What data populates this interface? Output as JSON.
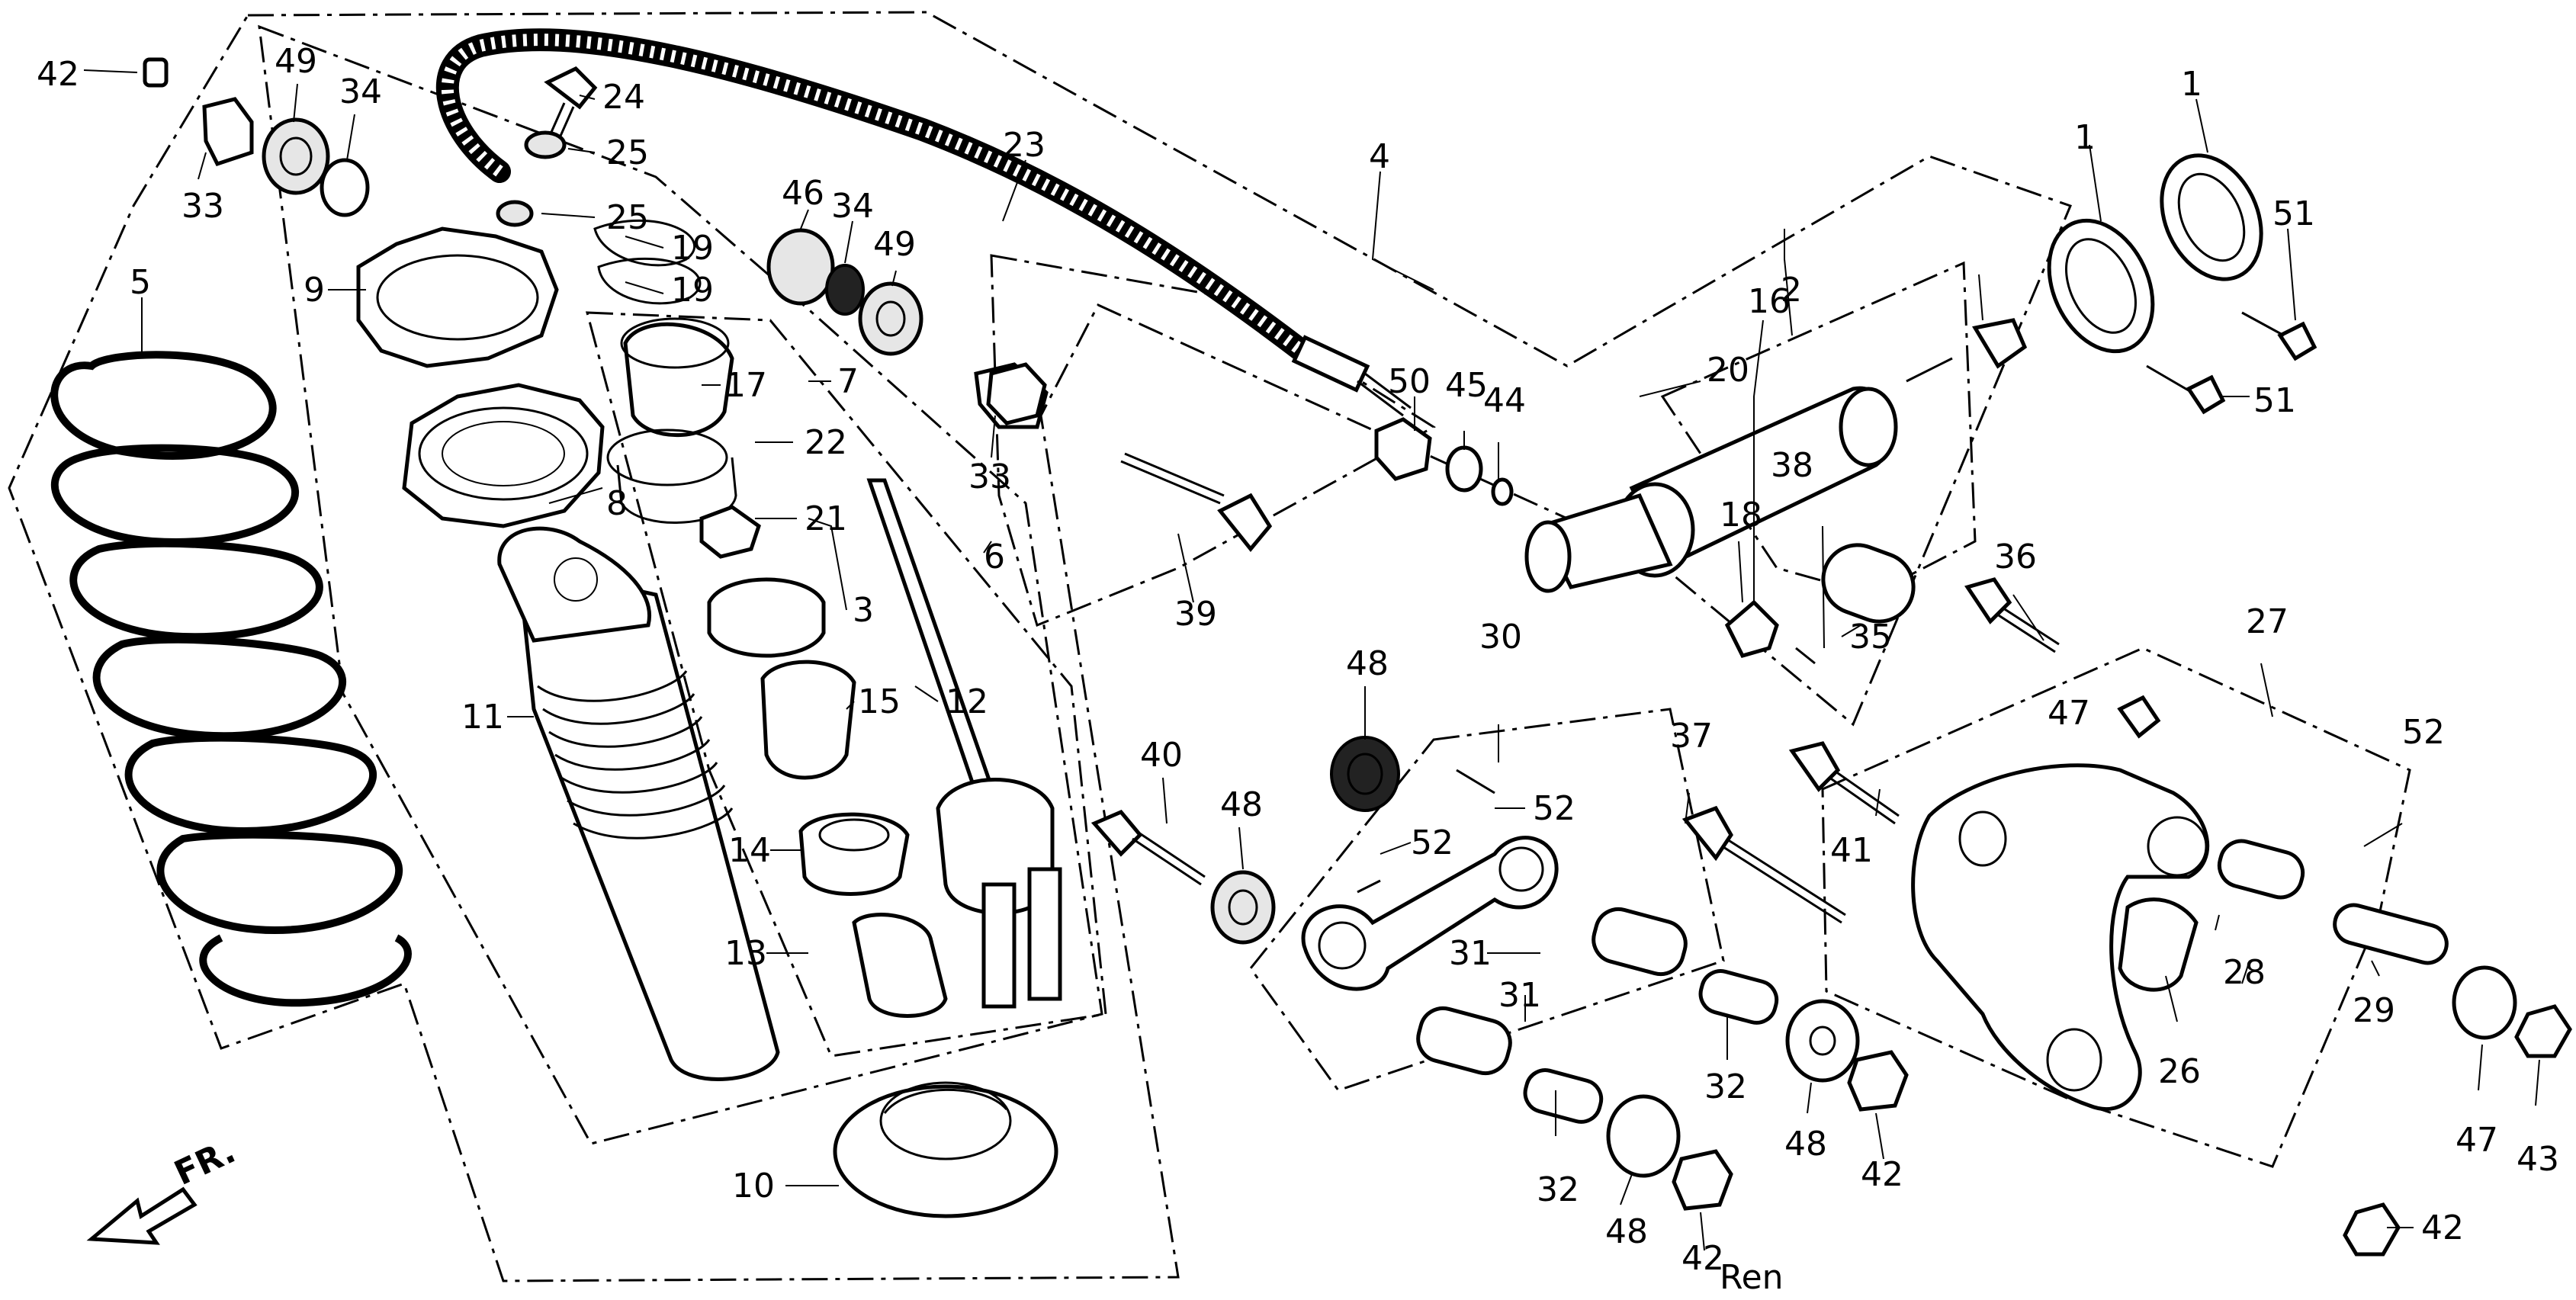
{
  "callouts": [
    "42",
    "49",
    "34",
    "33",
    "24",
    "25",
    "25",
    "19",
    "19",
    "17",
    "22",
    "7",
    "21",
    "3",
    "15",
    "12",
    "14",
    "13",
    "11",
    "9",
    "8",
    "5",
    "10",
    "23",
    "46",
    "34",
    "49",
    "33",
    "6",
    "39",
    "4",
    "50",
    "45",
    "44",
    "16",
    "20",
    "2",
    "18",
    "38",
    "35",
    "36",
    "1",
    "1",
    "51",
    "51",
    "48",
    "40",
    "48",
    "30",
    "52",
    "52",
    "31",
    "31",
    "32",
    "48",
    "42",
    "37",
    "41",
    "32",
    "48",
    "42",
    "27",
    "47",
    "52",
    "28",
    "26",
    "29",
    "47",
    "43",
    "42"
  ],
  "watermark": "Ren",
  "direction_label": "FR.",
  "colors": {
    "ink": "#000000",
    "paper": "#ffffff"
  }
}
